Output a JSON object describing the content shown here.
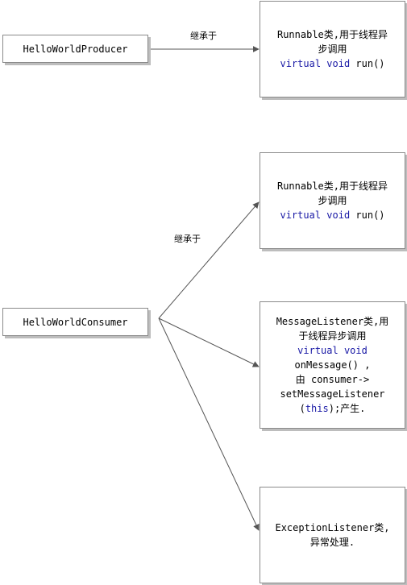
{
  "colors": {
    "line": "#555555",
    "keyword": "#1a1aa6",
    "border": "#8a8a8a",
    "shadow": "#bdbdbd"
  },
  "nodes": {
    "producer": {
      "label": "HelloWorldProducer"
    },
    "consumer": {
      "label": "HelloWorldConsumer"
    },
    "runnable_top": {
      "line1": "Runnable类,用于线程异",
      "line2": "步调用",
      "line3_kw": "virtual void",
      "line3_rest": " run()"
    },
    "runnable_bottom": {
      "line1": "Runnable类,用于线程异",
      "line2": "步调用",
      "line3_kw": "virtual void",
      "line3_rest": " run()"
    },
    "message_listener": {
      "line1": "MessageListener类,用",
      "line2": "于线程异步调用",
      "line3_kw": "virtual void",
      "line4": "onMessage() ,",
      "line5": "由 consumer->",
      "line6": "setMessageListener",
      "line7_pre": "(",
      "line7_kw": "this",
      "line7_post": ");产生."
    },
    "exception_listener": {
      "line1": "ExceptionListener类,",
      "line2": "异常处理."
    }
  },
  "edge_labels": {
    "producer_inherits": "继承于",
    "consumer_inherits": "继承于"
  }
}
